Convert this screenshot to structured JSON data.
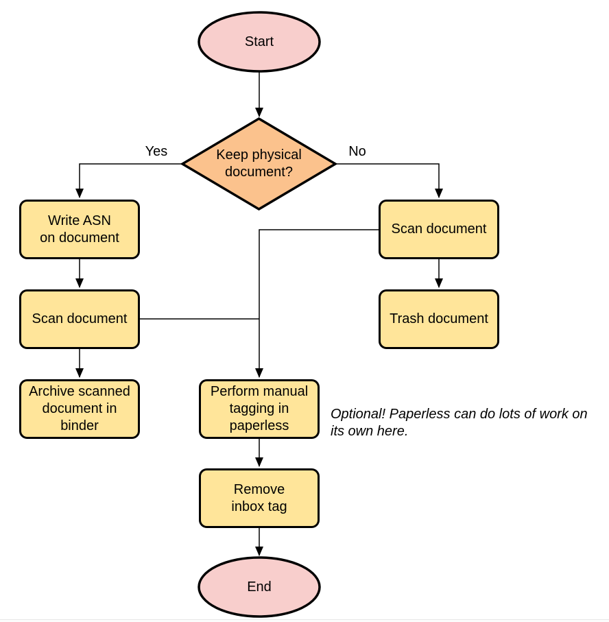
{
  "diagram": {
    "nodes": {
      "start": {
        "label": "Start"
      },
      "decision": {
        "label": "Keep physical\ndocument?"
      },
      "write_asn": {
        "label": "Write ASN\non document"
      },
      "scan_left": {
        "label": "Scan document"
      },
      "archive": {
        "label": "Archive scanned\ndocument in\nbinder"
      },
      "scan_right": {
        "label": "Scan document"
      },
      "trash": {
        "label": "Trash document"
      },
      "tagging": {
        "label": "Perform manual\ntagging in\npaperless"
      },
      "remove_inbox": {
        "label": "Remove\ninbox tag"
      },
      "end": {
        "label": "End"
      }
    },
    "edge_labels": {
      "yes": "Yes",
      "no": "No"
    },
    "annotation": "Optional! Paperless can do lots of work on\nits own here.",
    "colors": {
      "terminal_fill": "#f8cecc",
      "decision_fill": "#fbc28d",
      "process_fill": "#ffe59a",
      "stroke": "#000000"
    }
  }
}
